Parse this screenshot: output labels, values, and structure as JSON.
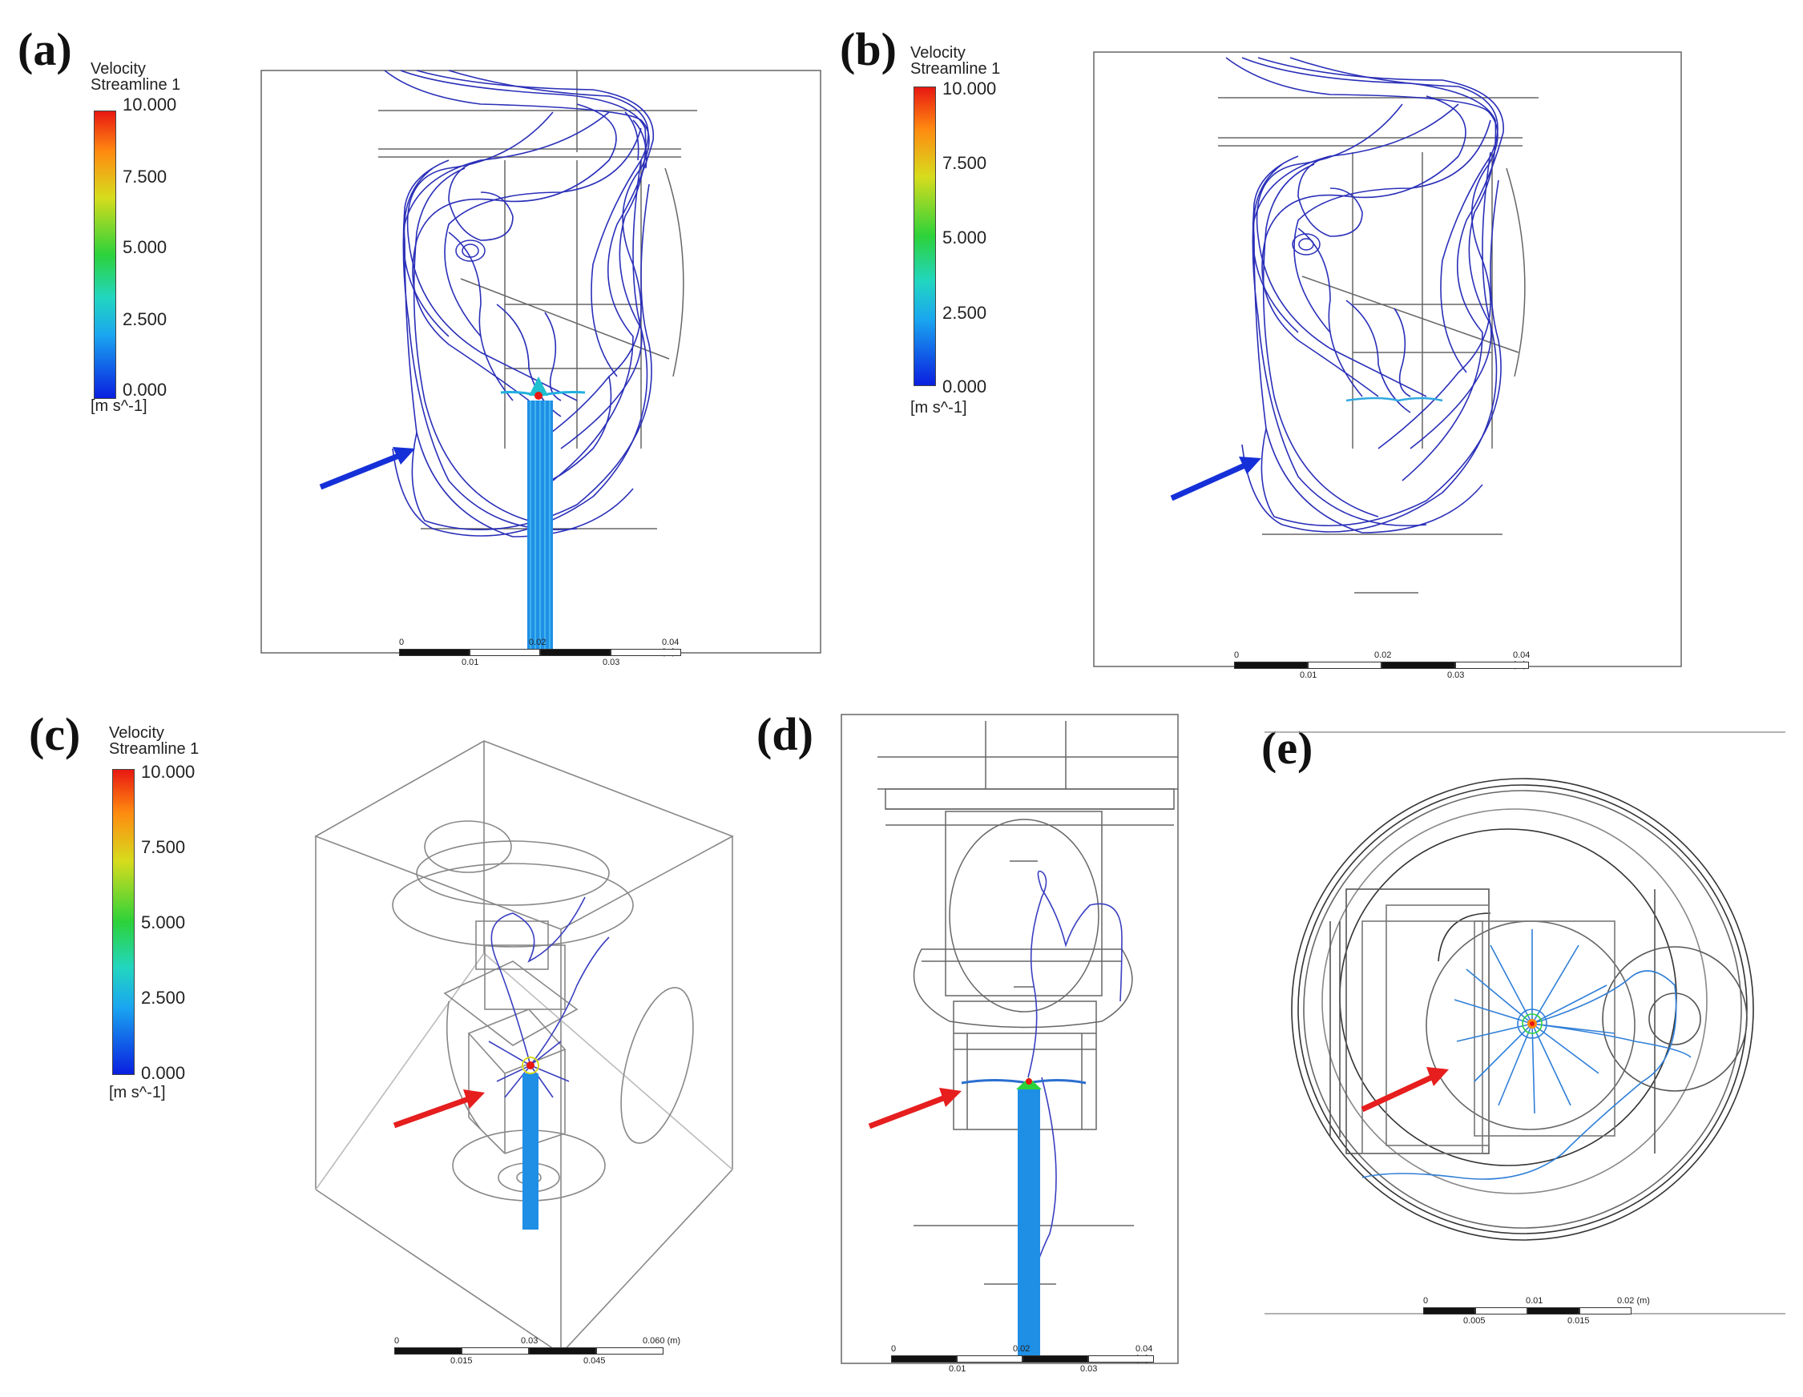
{
  "panels": {
    "a": {
      "label": "(a)",
      "legend_title_1": "Velocity",
      "legend_title_2": "Streamline 1",
      "legend_ticks": [
        "10.000",
        "7.500",
        "5.000",
        "2.500",
        "0.000"
      ],
      "legend_unit": "[m s^-1]",
      "scale_top": [
        "0",
        "0.02",
        "0.04 (m)"
      ],
      "scale_bottom": [
        "0.01",
        "0.03"
      ]
    },
    "b": {
      "label": "(b)",
      "legend_title_1": "Velocity",
      "legend_title_2": "Streamline 1",
      "legend_ticks": [
        "10.000",
        "7.500",
        "5.000",
        "2.500",
        "0.000"
      ],
      "legend_unit": "[m s^-1]",
      "scale_top": [
        "0",
        "0.02",
        "0.04 (m)"
      ],
      "scale_bottom": [
        "0.01",
        "0.03"
      ]
    },
    "c": {
      "label": "(c)",
      "legend_title_1": "Velocity",
      "legend_title_2": "Streamline 1",
      "legend_ticks": [
        "10.000",
        "7.500",
        "5.000",
        "2.500",
        "0.000"
      ],
      "legend_unit": "[m s^-1]",
      "scale_top": [
        "0",
        "0.03",
        "0.060 (m)"
      ],
      "scale_bottom": [
        "0.015",
        "0.045"
      ]
    },
    "d": {
      "label": "(d)",
      "scale_top": [
        "0",
        "0.02",
        "0.04 (m)"
      ],
      "scale_bottom": [
        "0.01",
        "0.03"
      ]
    },
    "e": {
      "label": "(e)",
      "scale_top": [
        "0",
        "0.01",
        "0.02 (m)"
      ],
      "scale_bottom": [
        "0.005",
        "0.015"
      ]
    }
  },
  "colors": {
    "streamline_low": "#2a2fc0",
    "streamline_high": "#e81812",
    "jet": "#1f8fe6",
    "arrow_blue": "#1530d8",
    "arrow_red": "#e61e1e",
    "geometry": "#555555"
  }
}
